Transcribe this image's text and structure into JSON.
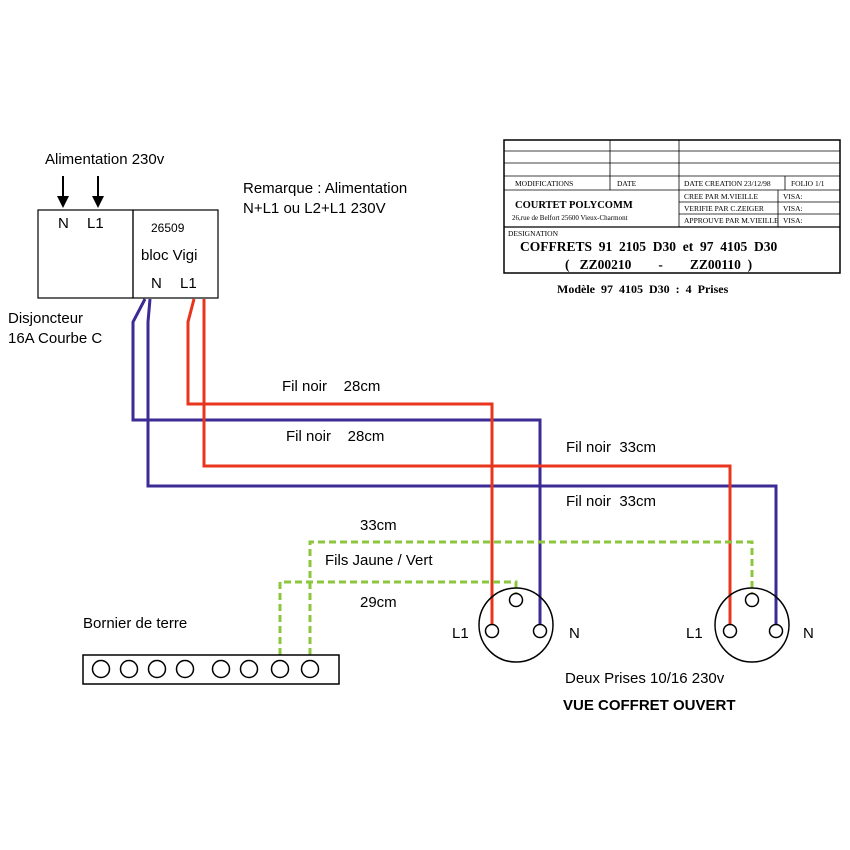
{
  "colors": {
    "phase_wire": "#e8351e",
    "neutral_wire": "#3b2b94",
    "earth_wire": "#8cc63f",
    "outline": "#000000"
  },
  "supply": {
    "title": "Alimentation 230v",
    "in_n": "N",
    "in_l1": "L1"
  },
  "remark": {
    "line1": "Remarque : Alimentation",
    "line2": "N+L1 ou L2+L1 230V"
  },
  "vigi": {
    "ref": "26509",
    "name": "bloc Vigi",
    "out_n": "N",
    "out_l1": "L1"
  },
  "breaker": {
    "line1": "Disjoncteur",
    "line2": "16A Courbe C"
  },
  "wires": {
    "label_a": "Fil noir    28cm",
    "label_b": "Fil noir    28cm",
    "label_c": "Fil noir  33cm",
    "label_d": "Fil noir  33cm",
    "earth_long": "33cm",
    "earth_short": "29cm",
    "earth_desc": "Fils Jaune / Vert"
  },
  "terminal_block": {
    "label": "Bornier de terre"
  },
  "sockets": {
    "l1": "L1",
    "n": "N",
    "caption": "Deux Prises 10/16 230v",
    "view": "VUE COFFRET OUVERT"
  },
  "title_block": {
    "modifications": "MODIFICATIONS",
    "date": "DATE",
    "date_creation": "DATE CREATION 23/12/98",
    "folio": "FOLIO  1/1",
    "company": "COURTET POLYCOMM",
    "address": "26,rue de Belfort   25600 Vieux-Charmont",
    "cree": "CREE PAR M.VIEILLE",
    "verifie": "VERIFIE PAR C.ZEIGER",
    "approuve": "APPROUVE PAR M.VIEILLE",
    "visa1": "VISA:",
    "visa2": "VISA:",
    "visa3": "VISA:",
    "designation": "DESIGNATION",
    "title_line1": "COFFRETS  91  2105  D30  et  97  4105  D30",
    "title_line2": "(   ZZ00210        -        ZZ00110  )",
    "model": "Modèle  97  4105  D30  :  4  Prises"
  }
}
